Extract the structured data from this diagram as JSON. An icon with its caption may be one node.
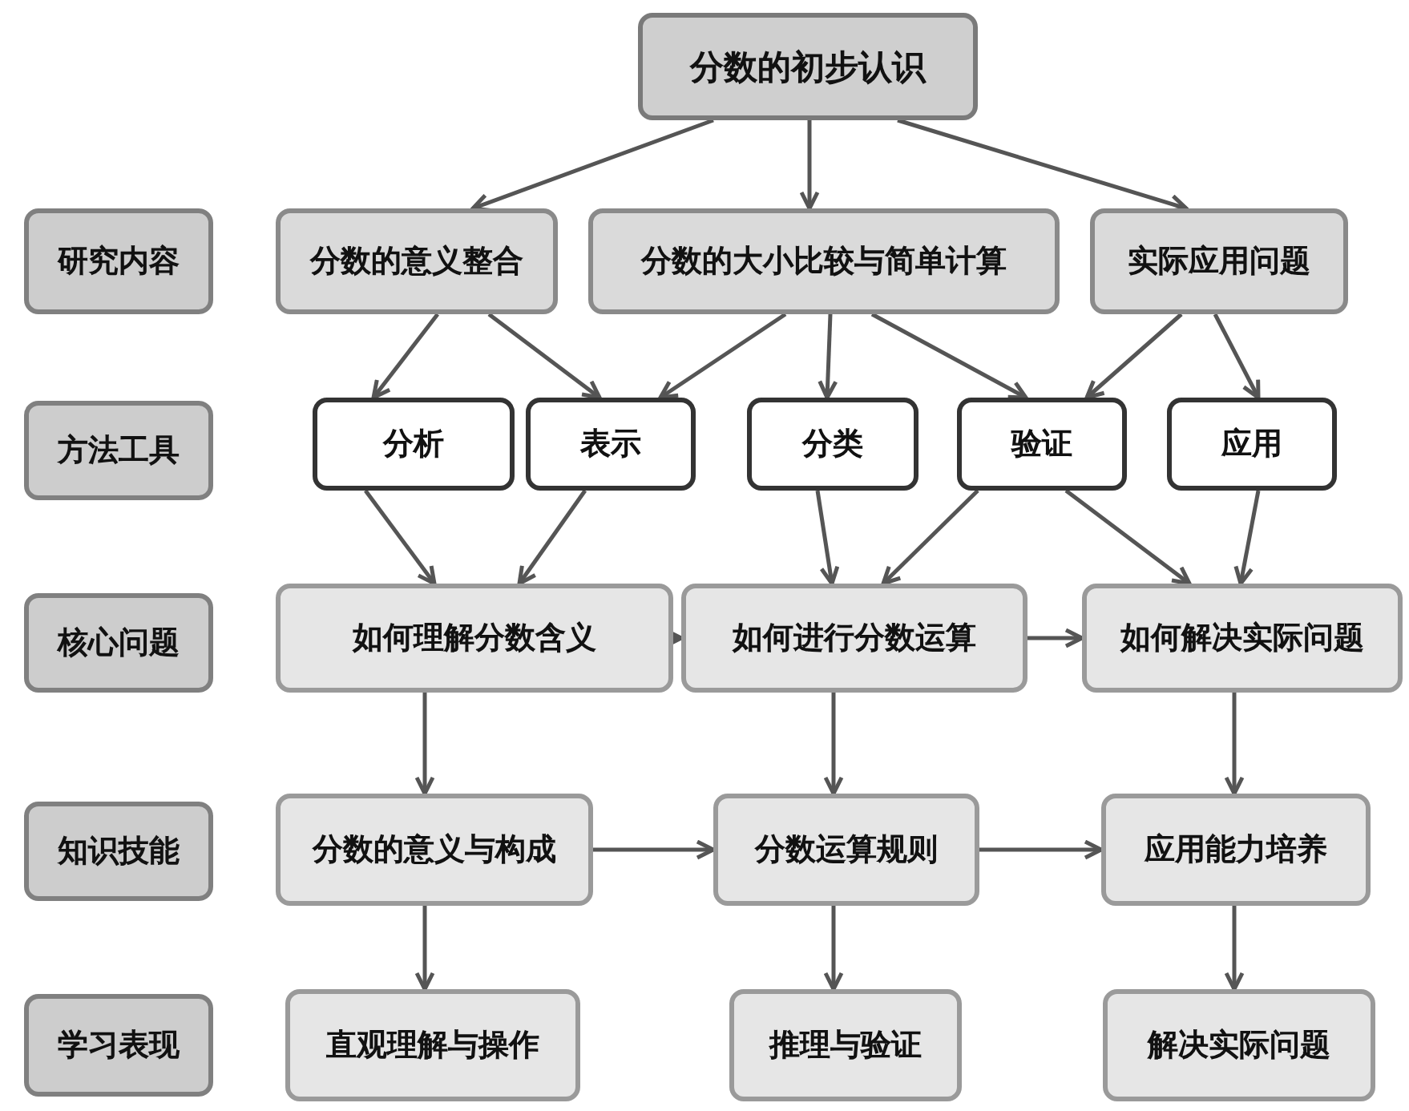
{
  "diagram": {
    "nodes": [
      {
        "text": [
          "分数的初步认识"
        ]
      },
      {
        "text": [
          "研究内容"
        ]
      },
      {
        "text": [
          "分数的意义整合"
        ]
      },
      {
        "text": [
          "分数的大小比较与简单计算"
        ]
      },
      {
        "text": [
          "实际应用问题"
        ]
      },
      {
        "text": [
          "方法工具"
        ]
      },
      {
        "text": [
          "分析"
        ]
      },
      {
        "text": [
          "表示"
        ]
      },
      {
        "text": [
          "分类"
        ]
      },
      {
        "text": [
          "验证"
        ]
      },
      {
        "text": [
          "应用"
        ]
      },
      {
        "text": [
          "核心问题"
        ]
      },
      {
        "text": [
          "如何理解分数含义"
        ]
      },
      {
        "text": [
          "如何进行分数运算"
        ]
      },
      {
        "text": [
          "如何解决实际问题"
        ]
      },
      {
        "text": [
          "知识技能"
        ]
      },
      {
        "text": [
          "分数的意义与构成"
        ]
      },
      {
        "text": [
          "分数运算规则"
        ]
      },
      {
        "text": [
          "应用能力培养"
        ]
      },
      {
        "text": [
          "学习表现"
        ]
      },
      {
        "text": [
          "直观理解与操作"
        ]
      },
      {
        "text": [
          "推理与验证"
        ]
      },
      {
        "text": [
          "解决实际问题"
        ]
      }
    ],
    "edges": [
      {
        "from": 0,
        "to": 2,
        "arrow": "to"
      },
      {
        "from": 0,
        "to": 3,
        "arrow": "to"
      },
      {
        "from": 0,
        "to": 4,
        "arrow": "to"
      },
      {
        "from": 2,
        "to": 6,
        "arrow": "to"
      },
      {
        "from": 2,
        "to": 7,
        "arrow": "to"
      },
      {
        "from": 3,
        "to": 7,
        "arrow": "to"
      },
      {
        "from": 3,
        "to": 8,
        "arrow": "to"
      },
      {
        "from": 3,
        "to": 9,
        "arrow": "to"
      },
      {
        "from": 4,
        "to": 9,
        "arrow": "to"
      },
      {
        "from": 4,
        "to": 10,
        "arrow": "to"
      },
      {
        "from": 6,
        "to": 12,
        "arrow": "to"
      },
      {
        "from": 7,
        "to": 12,
        "arrow": "to"
      },
      {
        "from": 8,
        "to": 13,
        "arrow": "to"
      },
      {
        "from": 9,
        "to": 13,
        "arrow": "to"
      },
      {
        "from": 9,
        "to": 14,
        "arrow": "to"
      },
      {
        "from": 10,
        "to": 14,
        "arrow": "to"
      },
      {
        "from": 12,
        "to": 13,
        "arrow": "to"
      },
      {
        "from": 13,
        "to": 14,
        "arrow": "to"
      },
      {
        "from": 12,
        "to": 16,
        "arrow": "to"
      },
      {
        "from": 13,
        "to": 17,
        "arrow": "to"
      },
      {
        "from": 14,
        "to": 18,
        "arrow": "to"
      },
      {
        "from": 16,
        "to": 17,
        "arrow": "to"
      },
      {
        "from": 17,
        "to": 18,
        "arrow": "to"
      },
      {
        "from": 16,
        "to": 20,
        "arrow": "to"
      },
      {
        "from": 17,
        "to": 21,
        "arrow": "to"
      },
      {
        "from": 18,
        "to": 22,
        "arrow": "to"
      }
    ]
  }
}
